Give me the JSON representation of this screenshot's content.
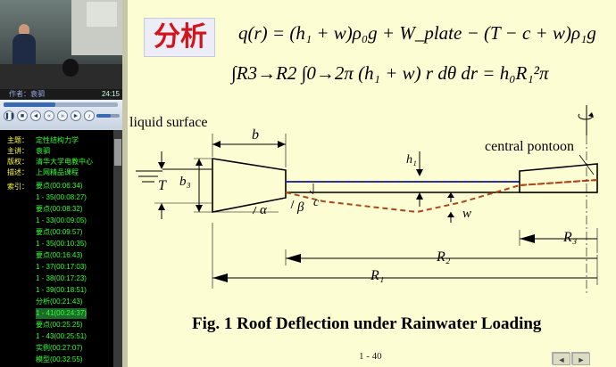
{
  "player": {
    "author_label": "作者：",
    "author_value": "袁驷",
    "time": "24:15",
    "progress_fraction": 0.45,
    "volume_fraction": 0.6,
    "controls": [
      "play-pause",
      "stop",
      "previous",
      "rewind",
      "fast-forward",
      "next",
      "mute"
    ]
  },
  "meta": [
    {
      "key": "主题：",
      "value": "定性结构力学"
    },
    {
      "key": "主讲：",
      "value": "袁驷"
    },
    {
      "key": "版权：",
      "value": "清华大学电教中心"
    },
    {
      "key": "描述：",
      "value": "上网精品课程"
    }
  ],
  "index_label": "索引：",
  "index": [
    "要点(00:06:34)",
    "1 - 35(00:08:27)",
    "要点(00:08:32)",
    "1 - 33(00:09:05)",
    "要点(00:09:57)",
    "1 - 35(00:10:35)",
    "要点(00:16:43)",
    "1 - 37(00:17:03)",
    "1 - 38(00:17:23)",
    "1 - 39(00:18:51)",
    "分析(00:21:43)",
    "1 - 41(00:24:37)",
    "要点(00:25:25)",
    "1 - 43(00:25:51)",
    "实例(00:27:07)",
    "模型(00:32:55)"
  ],
  "slide": {
    "badge": "分析",
    "eq1": "q(r) = (h₁ + w)ρ₀g + W_plate − (T − c + w)ρ₁g",
    "eq2": "∫R3→R2 ∫0→2π (h₁ + w) r dθ dr = h₀R₁²π",
    "labels": {
      "liquid_surface": "liquid surface",
      "central_pontoon": "central pontoon",
      "b": "b",
      "b3": "b₃",
      "T": "T",
      "h1": "h₁",
      "alpha": "α",
      "beta": "β",
      "c": "c",
      "w": "w",
      "R1": "R₁",
      "R2": "R₂",
      "R3": "R₃"
    },
    "caption": "Fig. 1 Roof Deflection under Rainwater Loading",
    "page": "1 - 40",
    "nav_prev": "◄",
    "nav_next": "►"
  },
  "colors": {
    "slide_bg": "#fdfdd4",
    "badge_text": "#d4141b",
    "dashed_blue": "#2a2ad6",
    "dashed_brown": "#b0441a",
    "index_text": "#33ff33",
    "meta_key": "#ffff33"
  }
}
